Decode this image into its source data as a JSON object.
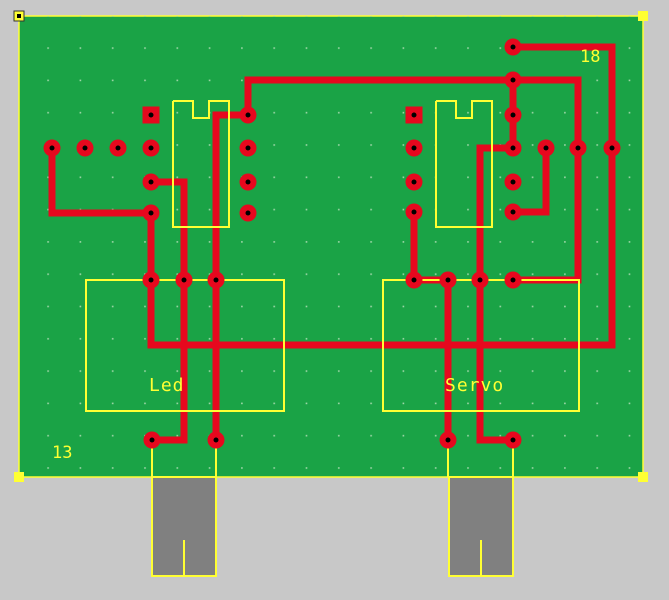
{
  "colors": {
    "canvas": "#c8c8c8",
    "board": "#1aa346",
    "trace": "#e6081e",
    "silkscreen": "#ffff33",
    "pad_core": "#000000",
    "grid_dot": "#9fd7a8",
    "finger": "#808080"
  },
  "labels": {
    "left_module": "Led",
    "right_module": "Servo",
    "corner_bottom_left": "13",
    "corner_top_right": "18"
  },
  "icons": {
    "corner_handle": "square-handle-icon",
    "pad": "round-pad-icon",
    "square_pad": "square-pad-icon"
  }
}
